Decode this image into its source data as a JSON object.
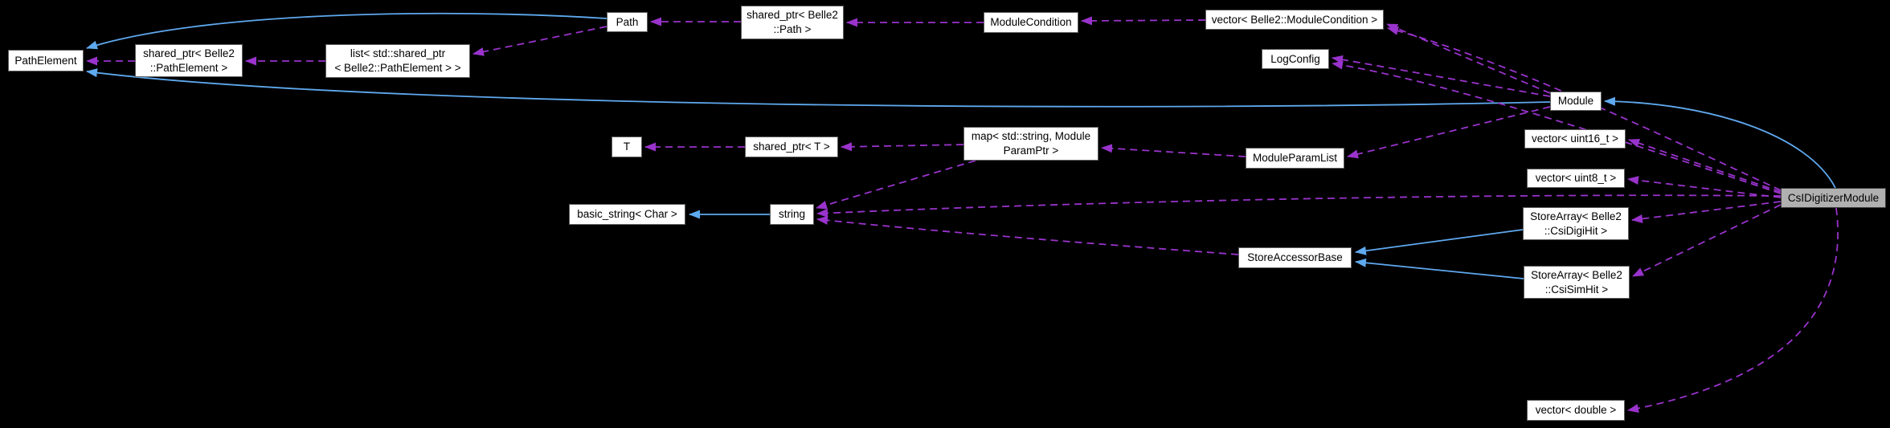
{
  "diagram": {
    "title": "CsIDigitizerModule collaboration graph",
    "colors": {
      "background": "#000000",
      "inheritance_edge": "#5fa9ef",
      "usage_edge": "#9933cc",
      "node_fill": "#ffffff",
      "node_border": "#5e5e5e",
      "highlight_node_fill": "#b0b0b0",
      "highlight_node_border": "#3c3c3c",
      "text": "#000000"
    },
    "nodes": [
      {
        "id": "pathelement",
        "label": "PathElement"
      },
      {
        "id": "sptr-pathelement",
        "label": "shared_ptr< Belle2\n::PathElement >"
      },
      {
        "id": "list-sptr",
        "label": "list< std::shared_ptr\n< Belle2::PathElement > >"
      },
      {
        "id": "path",
        "label": "Path"
      },
      {
        "id": "sptr-path",
        "label": "shared_ptr< Belle2\n::Path >"
      },
      {
        "id": "modulecondition",
        "label": "ModuleCondition"
      },
      {
        "id": "vec-modulecondition",
        "label": "vector< Belle2::ModuleCondition >"
      },
      {
        "id": "logconfig",
        "label": "LogConfig"
      },
      {
        "id": "module",
        "label": "Module"
      },
      {
        "id": "t",
        "label": "T"
      },
      {
        "id": "sptr-t",
        "label": "shared_ptr< T >"
      },
      {
        "id": "map-moduleparamptr",
        "label": "map< std::string, Module\nParamPtr >"
      },
      {
        "id": "moduleparamlist",
        "label": "ModuleParamList"
      },
      {
        "id": "vec-uint16",
        "label": "vector< uint16_t >"
      },
      {
        "id": "vec-uint8",
        "label": "vector< uint8_t >"
      },
      {
        "id": "basic-string",
        "label": "basic_string< Char >"
      },
      {
        "id": "string",
        "label": "string"
      },
      {
        "id": "storeaccessorbase",
        "label": "StoreAccessorBase"
      },
      {
        "id": "storearray-csidigihit",
        "label": "StoreArray< Belle2\n::CsiDigiHit >"
      },
      {
        "id": "storearray-csisimhit",
        "label": "StoreArray< Belle2\n::CsiSimHit >"
      },
      {
        "id": "csidigitizermodule",
        "label": "CsIDigitizerModule"
      },
      {
        "id": "vec-double",
        "label": "vector< double >"
      }
    ],
    "edges": [
      {
        "from": "Path",
        "to": "PathElement",
        "type": "inheritance"
      },
      {
        "from": "Module",
        "to": "PathElement",
        "type": "inheritance"
      },
      {
        "from": "CsIDigitizerModule",
        "to": "Module",
        "type": "inheritance"
      },
      {
        "from": "string",
        "to": "basic_string< Char >",
        "type": "inheritance"
      },
      {
        "from": "StoreArray< Belle2::CsiDigiHit >",
        "to": "StoreAccessorBase",
        "type": "inheritance"
      },
      {
        "from": "StoreArray< Belle2::CsiSimHit >",
        "to": "StoreAccessorBase",
        "type": "inheritance"
      },
      {
        "from": "shared_ptr< Belle2::PathElement >",
        "to": "PathElement",
        "type": "usage"
      },
      {
        "from": "list< std::shared_ptr< Belle2::PathElement > >",
        "to": "shared_ptr< Belle2::PathElement >",
        "type": "usage"
      },
      {
        "from": "Path",
        "to": "list< std::shared_ptr< Belle2::PathElement > >",
        "type": "usage"
      },
      {
        "from": "shared_ptr< Belle2::Path >",
        "to": "Path",
        "type": "usage"
      },
      {
        "from": "ModuleCondition",
        "to": "shared_ptr< Belle2::Path >",
        "type": "usage"
      },
      {
        "from": "vector< Belle2::ModuleCondition >",
        "to": "ModuleCondition",
        "type": "usage"
      },
      {
        "from": "Module",
        "to": "vector< Belle2::ModuleCondition >",
        "type": "usage"
      },
      {
        "from": "CsIDigitizerModule",
        "to": "vector< Belle2::ModuleCondition >",
        "type": "usage"
      },
      {
        "from": "Module",
        "to": "LogConfig",
        "type": "usage"
      },
      {
        "from": "CsIDigitizerModule",
        "to": "LogConfig",
        "type": "usage"
      },
      {
        "from": "shared_ptr< T >",
        "to": "T",
        "type": "usage"
      },
      {
        "from": "map< std::string, ModuleParamPtr >",
        "to": "shared_ptr< T >",
        "type": "usage"
      },
      {
        "from": "ModuleParamList",
        "to": "map< std::string, ModuleParamPtr >",
        "type": "usage"
      },
      {
        "from": "Module",
        "to": "ModuleParamList",
        "type": "usage"
      },
      {
        "from": "map< std::string, ModuleParamPtr >",
        "to": "string",
        "type": "usage"
      },
      {
        "from": "CsIDigitizerModule",
        "to": "string",
        "type": "usage"
      },
      {
        "from": "StoreAccessorBase",
        "to": "string",
        "type": "usage"
      },
      {
        "from": "CsIDigitizerModule",
        "to": "vector< uint16_t >",
        "type": "usage"
      },
      {
        "from": "CsIDigitizerModule",
        "to": "vector< uint8_t >",
        "type": "usage"
      },
      {
        "from": "CsIDigitizerModule",
        "to": "StoreArray< Belle2::CsiDigiHit >",
        "type": "usage"
      },
      {
        "from": "CsIDigitizerModule",
        "to": "StoreArray< Belle2::CsiSimHit >",
        "type": "usage"
      },
      {
        "from": "CsIDigitizerModule",
        "to": "vector< double >",
        "type": "usage"
      }
    ]
  }
}
